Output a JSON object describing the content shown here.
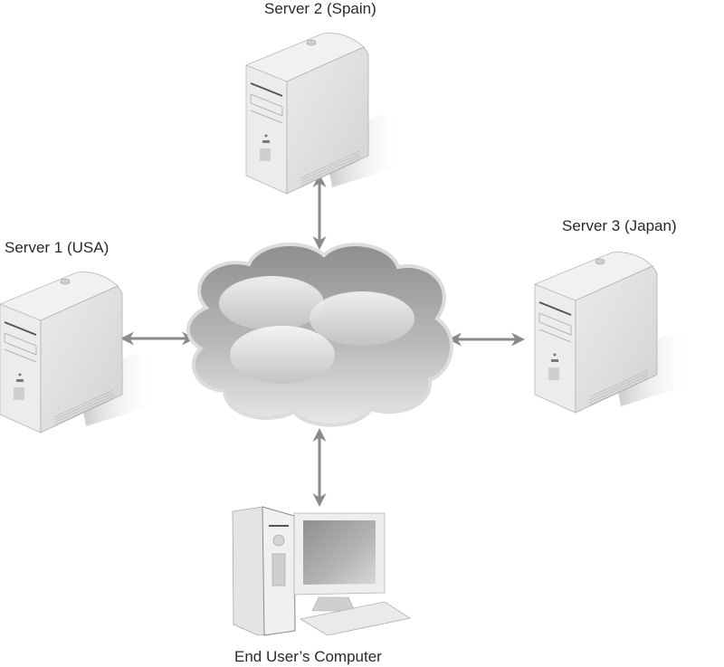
{
  "diagram": {
    "type": "network-topology",
    "nodes": [
      {
        "id": "server2",
        "label": "Server 2 (Spain)",
        "icon": "server-tower-icon"
      },
      {
        "id": "server1",
        "label": "Server 1 (USA)",
        "icon": "server-tower-icon"
      },
      {
        "id": "server3",
        "label": "Server 3 (Japan)",
        "icon": "server-tower-icon"
      },
      {
        "id": "cloud",
        "label": "",
        "icon": "cloud-icon"
      },
      {
        "id": "enduser",
        "label": "End User’s Computer",
        "icon": "desktop-computer-icon"
      }
    ],
    "edges": [
      {
        "from": "server2",
        "to": "cloud",
        "direction": "bidirectional"
      },
      {
        "from": "server1",
        "to": "cloud",
        "direction": "bidirectional"
      },
      {
        "from": "server3",
        "to": "cloud",
        "direction": "bidirectional"
      },
      {
        "from": "enduser",
        "to": "cloud",
        "direction": "bidirectional"
      }
    ],
    "colors": {
      "arrow": "#8a8a8a",
      "cloud_dark": "#9a9a9c",
      "cloud_light": "#ececec",
      "device_body": "#e6e6e6",
      "text": "#2a2a2a"
    }
  }
}
